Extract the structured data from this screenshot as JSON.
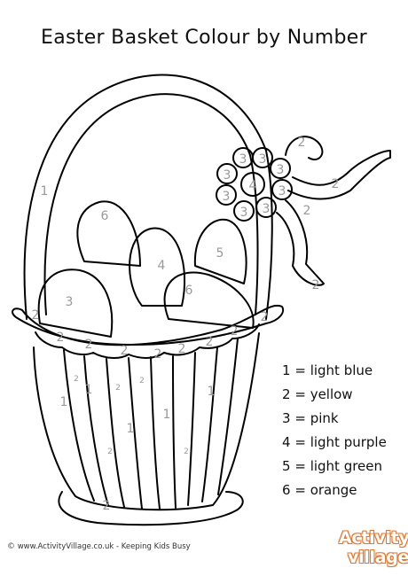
{
  "title": "Easter Basket Colour by Number",
  "legend": [
    {
      "number": "1",
      "colour": "light blue"
    },
    {
      "number": "2",
      "colour": "yellow"
    },
    {
      "number": "3",
      "colour": "pink"
    },
    {
      "number": "4",
      "colour": "light purple"
    },
    {
      "number": "5",
      "colour": "light green"
    },
    {
      "number": "6",
      "colour": "orange"
    }
  ],
  "legend_separator": "=",
  "footer": {
    "copyright": "©",
    "text": "www.ActivityVillage.co.uk - Keeping Kids Busy"
  },
  "logo": {
    "line1": "Activity",
    "line2": "village",
    "accent_color": "#e8762b"
  },
  "region_labels": {
    "handle": "1",
    "egg_orange": "6",
    "egg_purple": "4",
    "egg_green": "5",
    "egg_pink_left": "3",
    "egg_pink_right": "6",
    "flower_center": "4",
    "flower_petal": "3",
    "ribbon": "2",
    "rim": "2",
    "slat_blue": "1",
    "slat_yellow": "2"
  }
}
